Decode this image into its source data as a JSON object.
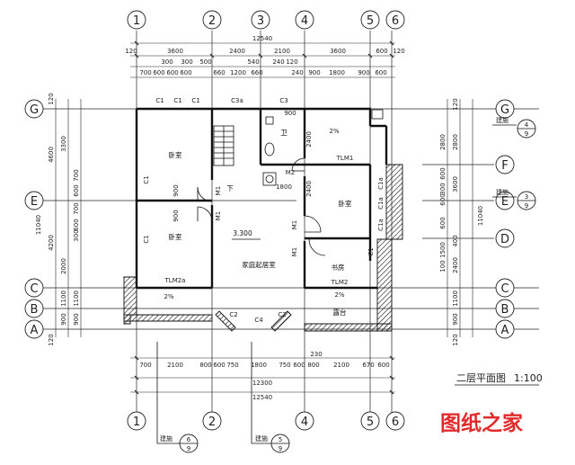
{
  "axis_top": [
    "1",
    "2",
    "3",
    "4",
    "5",
    "6"
  ],
  "axis_left": [
    "G",
    "E",
    "C",
    "B",
    "A"
  ],
  "axis_right": [
    "G",
    "F",
    "E",
    "D",
    "C",
    "B",
    "A"
  ],
  "dims_top": {
    "total": "12540",
    "row2": [
      "120",
      "3600",
      "2400",
      "2100",
      "3600",
      "600",
      "120"
    ],
    "row3": [
      "300",
      "300",
      "500",
      "540",
      "240",
      "120"
    ],
    "row4": [
      "700",
      "600",
      "600",
      "600",
      "660",
      "1200",
      "660",
      "240",
      "900",
      "1800",
      "900",
      "600"
    ]
  },
  "dims_bottom": {
    "row1": [
      "700",
      "2100",
      "800",
      "600",
      "750",
      "1800",
      "750",
      "600",
      "800",
      "2100",
      "670",
      "600"
    ],
    "mid": "230",
    "sub": "12300",
    "total": "12540"
  },
  "dims_left": {
    "outer": [
      "120",
      "4600",
      "11040",
      "120"
    ],
    "mid": [
      "3300",
      "4200",
      "2000",
      "1100",
      "900"
    ],
    "inner": [
      "700",
      "600",
      "700",
      "600",
      "300",
      "1100",
      "900"
    ]
  },
  "dims_right": {
    "outer": [
      "2800",
      "3600",
      "11040"
    ],
    "inner": [
      "2800",
      "600",
      "300",
      "600",
      "400",
      "2400",
      "1100",
      "900",
      "120",
      "120",
      "600",
      "1500",
      "100"
    ]
  },
  "rooms": {
    "bed1": "卧室",
    "bed2": "卧室",
    "bed3": "卧室",
    "living": "家庭起居室",
    "study": "书房",
    "terrace": "露台",
    "bath": "卫",
    "level": "3.300",
    "down": "下"
  },
  "labels": {
    "c1": "C1",
    "c3": "C3",
    "c3a": "C3a",
    "c1a": "C1a",
    "c4": "C4",
    "c2": "C2",
    "m1": "M1",
    "m2": "M2",
    "tlm1": "TLM1",
    "tlm2": "TLM2",
    "tlm2a": "TLM2a",
    "slope": "2%",
    "d900": "900",
    "d1800": "1800",
    "d1200": "1200",
    "d2400": "2400"
  },
  "sections": [
    {
      "label": "建施",
      "num": "4",
      "sheet": "9"
    },
    {
      "label": "建施",
      "num": "3",
      "sheet": "9"
    },
    {
      "label": "建施",
      "num": "6",
      "sheet": "9"
    },
    {
      "label": "建施",
      "num": "5",
      "sheet": "9"
    }
  ],
  "title": "二层平面图",
  "scale": "1:100",
  "watermark": "图纸之家"
}
